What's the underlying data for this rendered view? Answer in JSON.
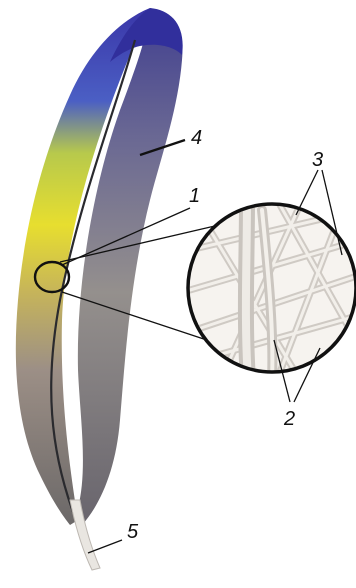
{
  "labels": {
    "l1": "1",
    "l2": "2",
    "l3": "3",
    "l4": "4",
    "l5": "5"
  },
  "colors": {
    "vane_blue": "#3a36a8",
    "vane_yellow": "#e7de2f",
    "vane_gray": "#8b8683",
    "vane_dark": "#5b5760",
    "shaft": "#2a2a2e",
    "quill": "#e9e6e1",
    "inset_bg": "#f6f3ef",
    "barb": "#d8d4cf",
    "line": "#111111"
  }
}
